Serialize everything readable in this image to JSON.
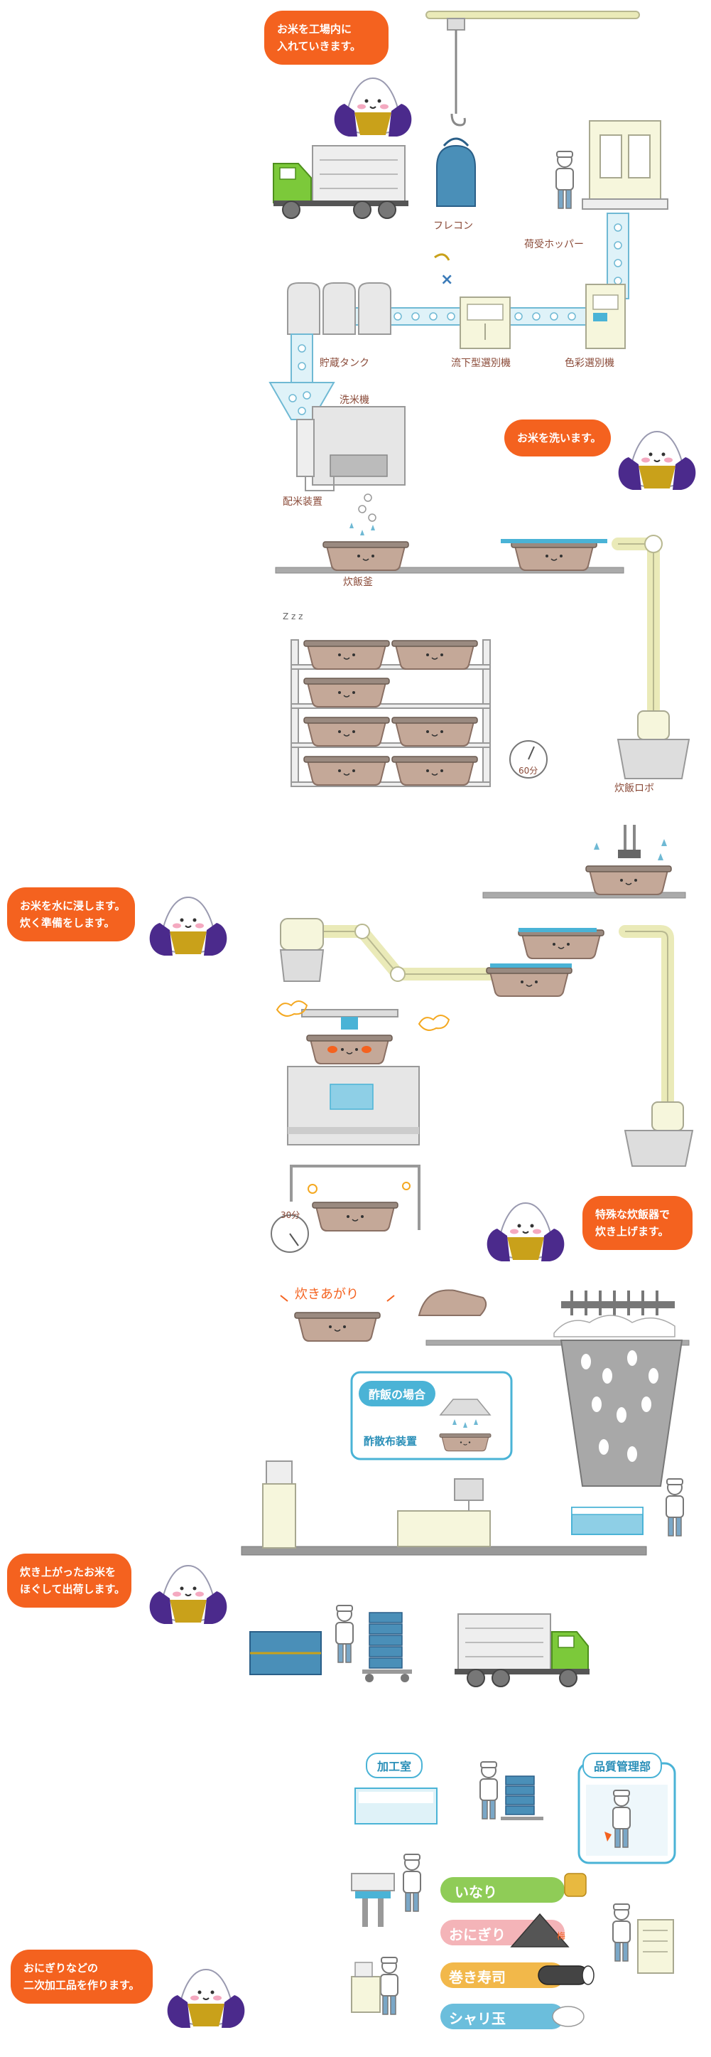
{
  "bubbles": {
    "b1": [
      "お米を工場内に",
      "入れていきます。"
    ],
    "b2": [
      "お米を洗います。"
    ],
    "b3": [
      "お米を水に浸します。",
      "炊く準備をします。"
    ],
    "b4": [
      "特殊な炊飯器で",
      "炊き上げます。"
    ],
    "b5": [
      "炊き上がったお米を",
      "ほぐして出荷します。"
    ],
    "b6": [
      "おにぎりなどの",
      "二次加工品を作ります。"
    ]
  },
  "labels": {
    "flecon": "フレコン",
    "hopper": "荷受ホッパー",
    "tank": "貯蔵タンク",
    "sorter_drop": "流下型選別機",
    "sorter_color": "色彩選別機",
    "washer": "洗米機",
    "dispenser": "配米装置",
    "pot": "炊飯釜",
    "robot": "炊飯ロボ",
    "min60": "60分",
    "min30": "30分",
    "zzz": "Z z z",
    "cooked": "炊きあがり",
    "sushi_case": "酢飯の場合",
    "vinegar": "酢散布装置",
    "proc_room": "加工室",
    "qc_dept": "品質管理部",
    "ume": "梅"
  },
  "products": [
    "いなり",
    "おにぎり",
    "巻き寿司",
    "シャリ玉"
  ],
  "colors": {
    "orange": "#f4621f",
    "blue": "#4ab3d6",
    "pot": "#c4a898",
    "purple": "#4b2a8c",
    "gold": "#c9a11a",
    "truck_green": "#7cc93a"
  }
}
